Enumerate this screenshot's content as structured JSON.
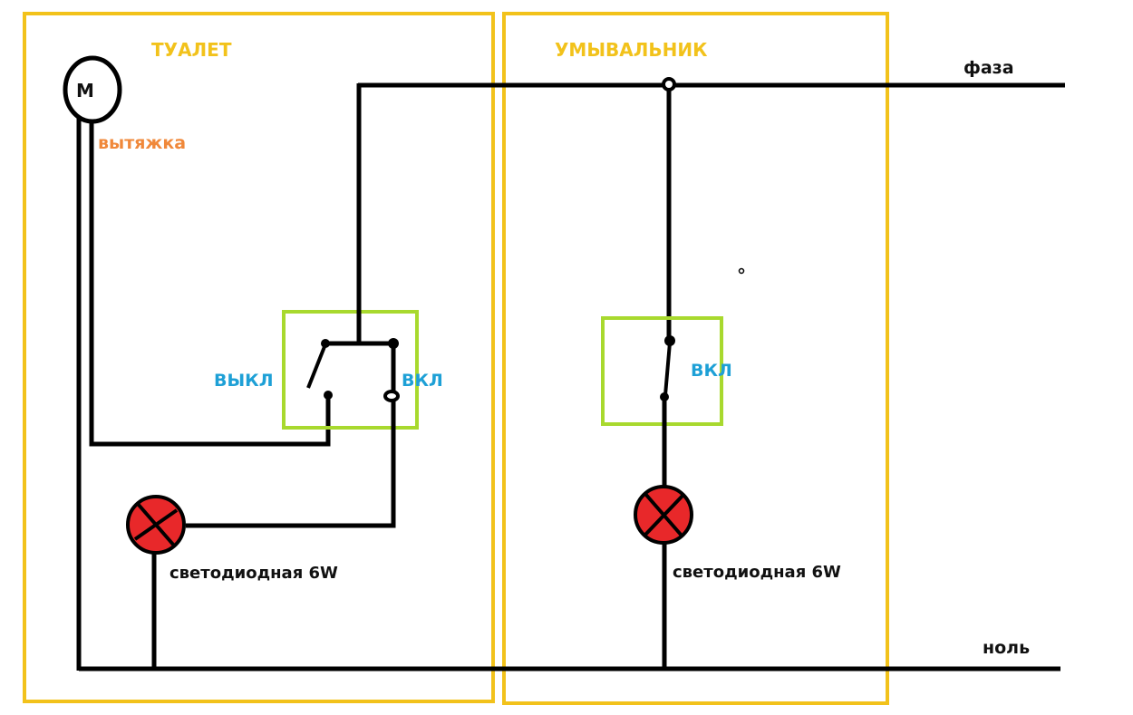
{
  "colors": {
    "room_border": "#f2c21b",
    "room_title": "#f2c21b",
    "switch_box": "#a8d92e",
    "wire": "#000000",
    "lamp_fill": "#e8282a",
    "switch_label": "#1ea0d6",
    "fan_label": "#f0883a",
    "text": "#111111"
  },
  "buses": {
    "phase_label": "фаза",
    "neutral_label": "ноль"
  },
  "rooms": [
    {
      "id": "toilet",
      "title": "ТУАЛЕТ",
      "motor": {
        "symbol": "M",
        "label": "вытяжка"
      },
      "switch": {
        "off_label": "ВЫКЛ",
        "on_label": "ВКЛ"
      },
      "lamp": {
        "label": "светодиодная 6W"
      }
    },
    {
      "id": "washbasin",
      "title": "УМЫВАЛЬНИК",
      "switch": {
        "on_label": "ВКЛ"
      },
      "lamp": {
        "label": "светодиодная 6W"
      }
    }
  ]
}
